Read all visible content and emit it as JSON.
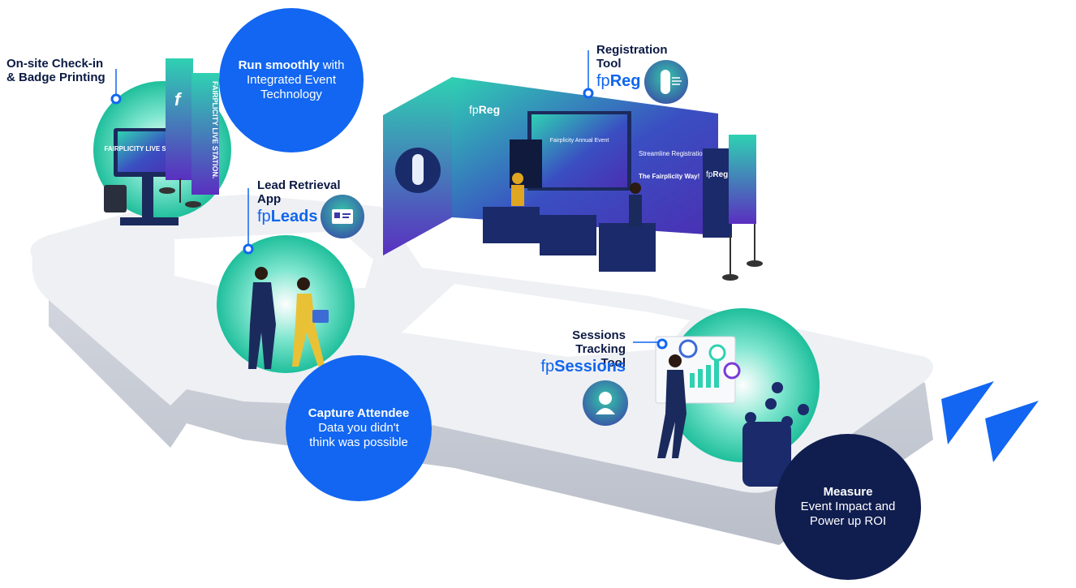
{
  "labels": {
    "checkin": [
      "On-site Check-in",
      "& Badge Printing"
    ],
    "lead": [
      "Lead Retrieval",
      "App"
    ],
    "registration": [
      "Registration",
      "Tool"
    ],
    "sessions": [
      "Sessions Tracking",
      "Tool"
    ]
  },
  "brands": {
    "prefix": "fp",
    "leads": "Leads",
    "reg": "Reg",
    "sessions": "Sessions"
  },
  "bubbles": {
    "run": {
      "bold": "Run smoothly",
      "rest": " with",
      "lines": [
        "Integrated Event",
        "Technology"
      ]
    },
    "capture": {
      "bold": "Capture Attendee",
      "lines": [
        "Data you didn't",
        "think was possible"
      ]
    },
    "measure": {
      "bold": "Measure",
      "lines": [
        "Event Impact and",
        "Power up ROI"
      ]
    }
  },
  "signage": {
    "kiosk": "FAIRPLICITY LIVE STATION.",
    "banner": "FAIRPLICITY LIVE STATION.",
    "booth_logo_prefix": "fp",
    "booth_logo": "Reg",
    "screen_title": "Fairplicity Annual Event",
    "booth_tagline": "Streamline Registration...",
    "booth_tagline2": "The Fairplicity Way!"
  },
  "colors": {
    "brand_blue": "#1266f1",
    "navy": "#101d4f",
    "teal": "#2fd1b2",
    "purple": "#4a2fb3"
  }
}
